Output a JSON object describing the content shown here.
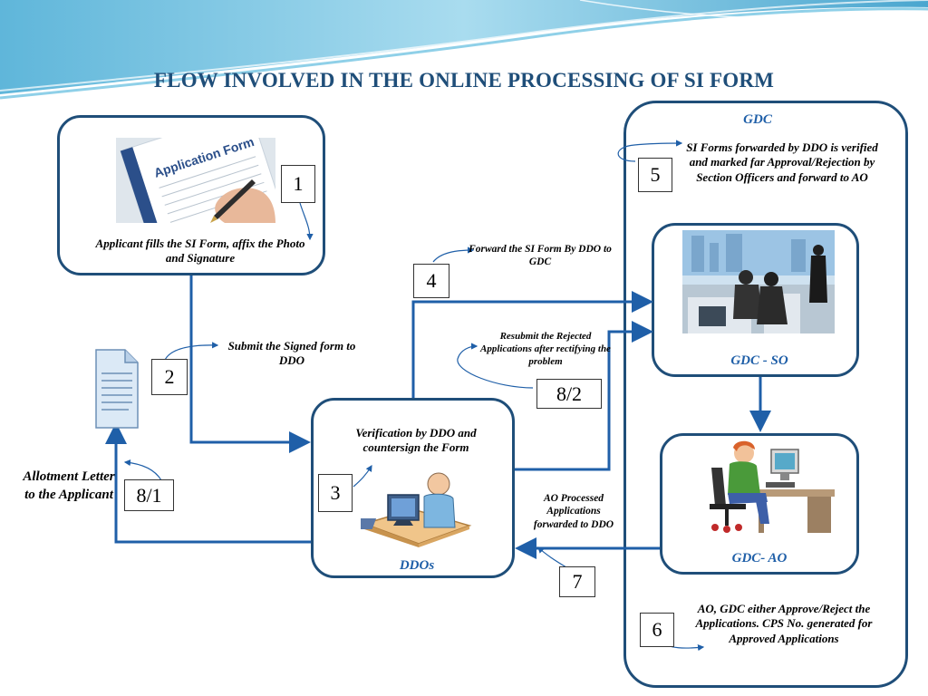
{
  "title": "FLOW INVOLVED IN THE ONLINE PROCESSING OF SI FORM",
  "colors": {
    "line": "#1f4e79",
    "accent": "#1f5fa8",
    "header_wave": "#7fc8e6"
  },
  "gdc_header": "GDC",
  "steps": {
    "s1": "1",
    "s2": "2",
    "s3": "3",
    "s4": "4",
    "s5": "5",
    "s6": "6",
    "s7": "7",
    "s8_1": "8/1",
    "s8_2": "8/2"
  },
  "labels": {
    "applicant": "Applicant  fills the SI Form, affix  the Photo  and  Signature",
    "submit": "Submit the Signed form to  DDO",
    "forward": "Forward the SI Form By DDO to GDC",
    "resubmit": "Resubmit the  Rejected Applications after rectifying the problem",
    "verification": "Verification by DDO and countersign  the  Form",
    "ddos": "DDOs",
    "gdc_so": "GDC - SO",
    "gdc_ao": "GDC- AO",
    "si_forwarded": "SI Forms forwarded  by DDO is verified and marked  far Approval/Rejection by Section Officers  and forward to AO",
    "ao_processed": "AO Processed Applications forwarded to DDO",
    "ao_approve": "AO, GDC either Approve/Reject the Applications. CPS No. generated for Approved Applications",
    "allotment": "Allotment Letter to the Applicant",
    "app_form_image_text": "Application Form"
  },
  "icons": [
    "application-form-photo",
    "document-icon",
    "office-workers-image",
    "computer-user-image",
    "desk-worker-image"
  ]
}
